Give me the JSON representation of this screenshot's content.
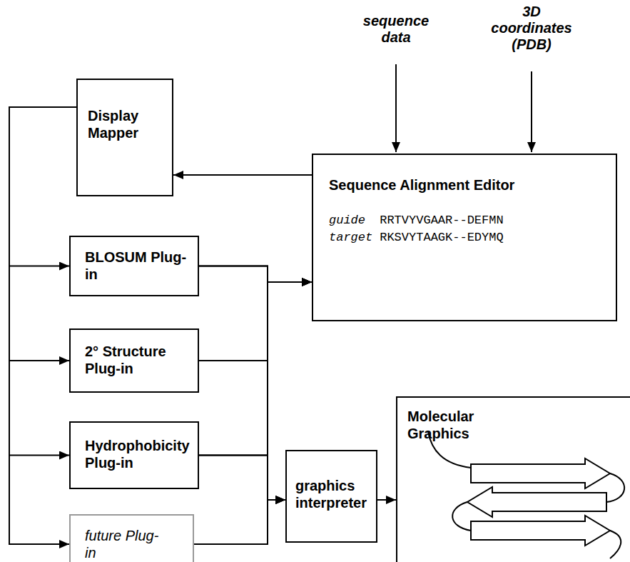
{
  "diagram": {
    "nodes": [
      {
        "text": [
          "Display Mapper"
        ]
      },
      {
        "text": [
          "Sequence Alignment Editor",
          "guide",
          "RRTVYVGAAR--DEFMN",
          "target",
          "RKSVYTAAGK--EDYMQ"
        ]
      },
      {
        "text": [
          "BLOSUM Plug-in"
        ]
      },
      {
        "text": [
          "2° Structure Plug-in"
        ]
      },
      {
        "text": [
          "Hydrophobicity Plug-in"
        ]
      },
      {
        "text": [
          "future Plug-in"
        ]
      },
      {
        "text": [
          "graphics interpreter"
        ]
      },
      {
        "text": [
          "Molecular Graphics"
        ]
      }
    ],
    "edges": [
      {
        "from": 1,
        "to": 0,
        "arrow": "to"
      },
      {
        "from": 0,
        "to": 2,
        "arrow": "to"
      },
      {
        "from": 0,
        "to": 3,
        "arrow": "to"
      },
      {
        "from": 0,
        "to": 4,
        "arrow": "to"
      },
      {
        "from": 0,
        "to": 5,
        "arrow": "to"
      },
      {
        "from": 2,
        "to": 1,
        "arrow": "to"
      },
      {
        "from": 3,
        "to": 1,
        "arrow": "to"
      },
      {
        "from": 4,
        "to": 1,
        "arrow": "to"
      },
      {
        "from": 5,
        "to": 1,
        "arrow": "to"
      },
      {
        "from": 2,
        "to": 6,
        "arrow": "to"
      },
      {
        "from": 3,
        "to": 6,
        "arrow": "to"
      },
      {
        "from": 4,
        "to": 6,
        "arrow": "to"
      },
      {
        "from": 5,
        "to": 6,
        "arrow": "to"
      },
      {
        "from": 6,
        "to": 7,
        "arrow": "to"
      }
    ],
    "labels": [
      "sequence data",
      "3D coordinates (PDB)"
    ]
  }
}
